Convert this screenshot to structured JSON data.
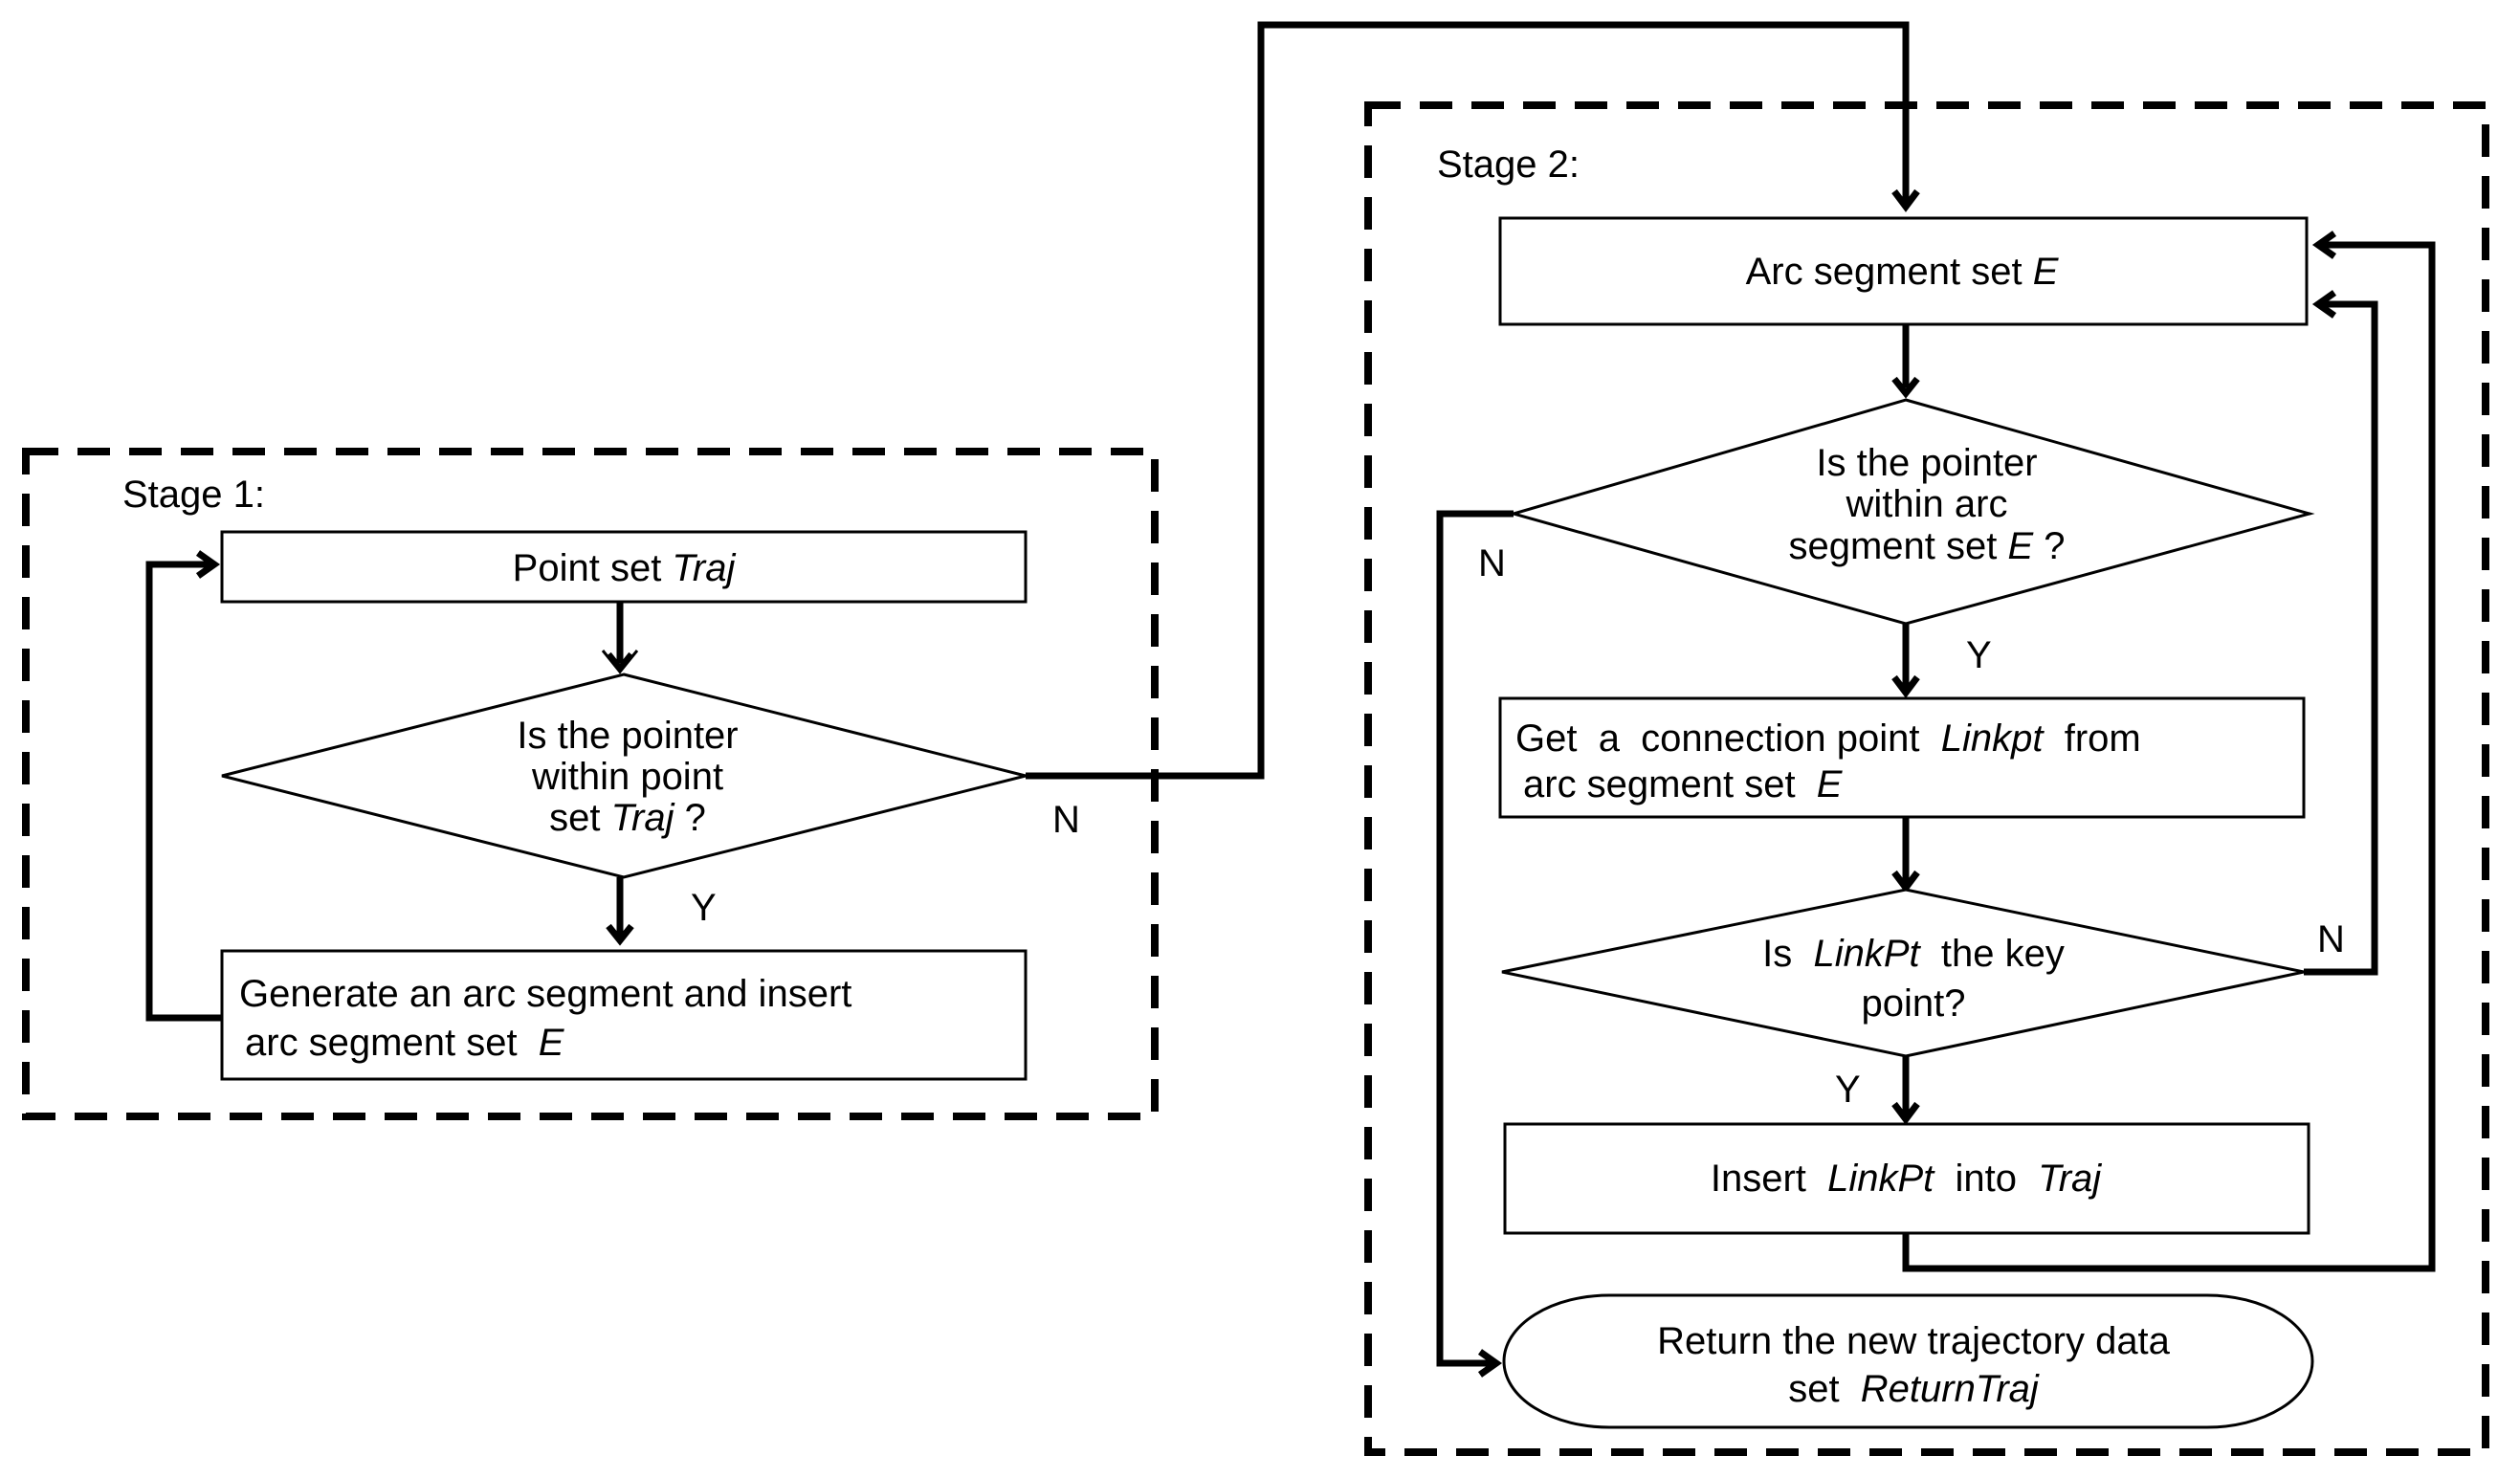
{
  "stage1": {
    "label": "Stage  1:",
    "point_set": {
      "text": "Point set ",
      "var": "Traj"
    },
    "decision1": {
      "line1": "Is the pointer",
      "line2": "within point",
      "line3_text": "set ",
      "line3_var": "Traj",
      "line3_tail": " ?"
    },
    "generate": {
      "line1": "Generate  an  arc segment and insert",
      "line2_text": "arc segment set  ",
      "line2_var": "E"
    },
    "yes_label": "Y",
    "no_label": "N"
  },
  "stage2": {
    "label": "Stage  2:",
    "arc_set": {
      "text": "Arc segment set ",
      "var": "E"
    },
    "decision2": {
      "line1": "Is the pointer",
      "line2": "within arc",
      "line3_text": "segment set ",
      "line3_var": "E",
      "line3_tail": " ?"
    },
    "get_point": {
      "line1_text": "Get  a  connection point  ",
      "line1_var": "Linkpt",
      "line1_tail": "  from",
      "line2_text": "arc segment set  ",
      "line2_var": "E"
    },
    "decision3": {
      "line1_text": "Is  ",
      "line1_var": "LinkPt",
      "line1_tail": "  the key",
      "line2": "point?"
    },
    "insert": {
      "text1": "Insert  ",
      "var1": "LinkPt",
      "text2": "  into  ",
      "var2": "Traj"
    },
    "return": {
      "line1": "Return  the  new  trajectory  data",
      "line2_text": "set  ",
      "line2_var": "ReturnTraj"
    },
    "no_label_decision2": "N",
    "yes_label_decision2": "Y",
    "no_label_decision3": "N",
    "yes_label_decision3": "Y"
  }
}
